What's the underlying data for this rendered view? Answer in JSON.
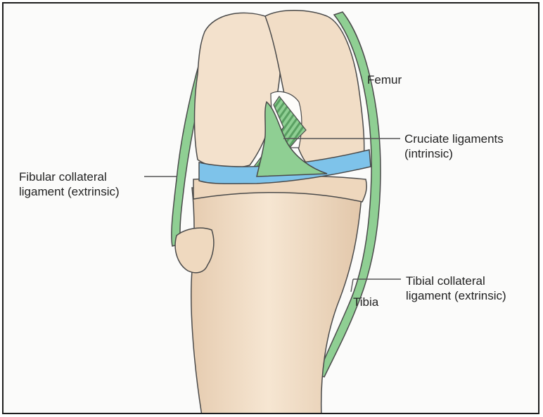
{
  "diagram": {
    "labels": {
      "femur": "Femur",
      "cruciate_line1": "Cruciate ligaments",
      "cruciate_line2": "(intrinsic)",
      "fibular_line1": "Fibular collateral",
      "fibular_line2": "ligament (extrinsic)",
      "tibia": "Tibia",
      "tibial_line1": "Tibial collateral",
      "tibial_line2": "ligament (extrinsic)"
    },
    "colors": {
      "bone": "#f1ddc6",
      "bone_shadow": "#dcc3a8",
      "ligament": "#8fcf93",
      "ligament_stripe": "#5aa062",
      "meniscus": "#7ec3ea",
      "outline": "#4a4a4a",
      "leader": "#555555",
      "text": "#222222"
    }
  }
}
